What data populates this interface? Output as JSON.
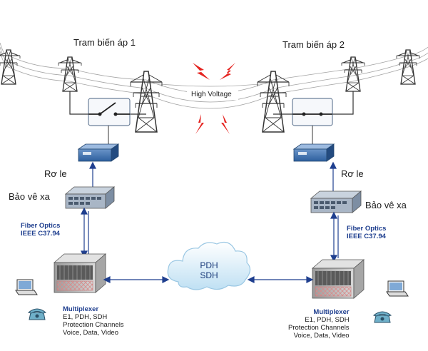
{
  "substation_left": "Tram biến áp 1",
  "substation_right": "Tram biến áp 2",
  "high_voltage": "High Voltage",
  "relay": "Rơ le",
  "teleprotection": "Bảo vê xa",
  "fiber": {
    "line1": "Fiber Optics",
    "line2": "IEEE C37.94"
  },
  "cloud": {
    "line1": "PDH",
    "line2": "SDH"
  },
  "mux": {
    "title": "Multiplexer",
    "line1": "E1, PDH, SDH",
    "line2": "Protection Channels",
    "line3": "Voice, Data, Video"
  },
  "colors": {
    "tower": "#333333",
    "wire": "#9a9a9a",
    "lightning": "#e52420",
    "link": "#1f3f8f",
    "cloud": "#cde7f5",
    "relay_blue": "#2d5f9e",
    "mux_body": "#c8c8c8"
  }
}
